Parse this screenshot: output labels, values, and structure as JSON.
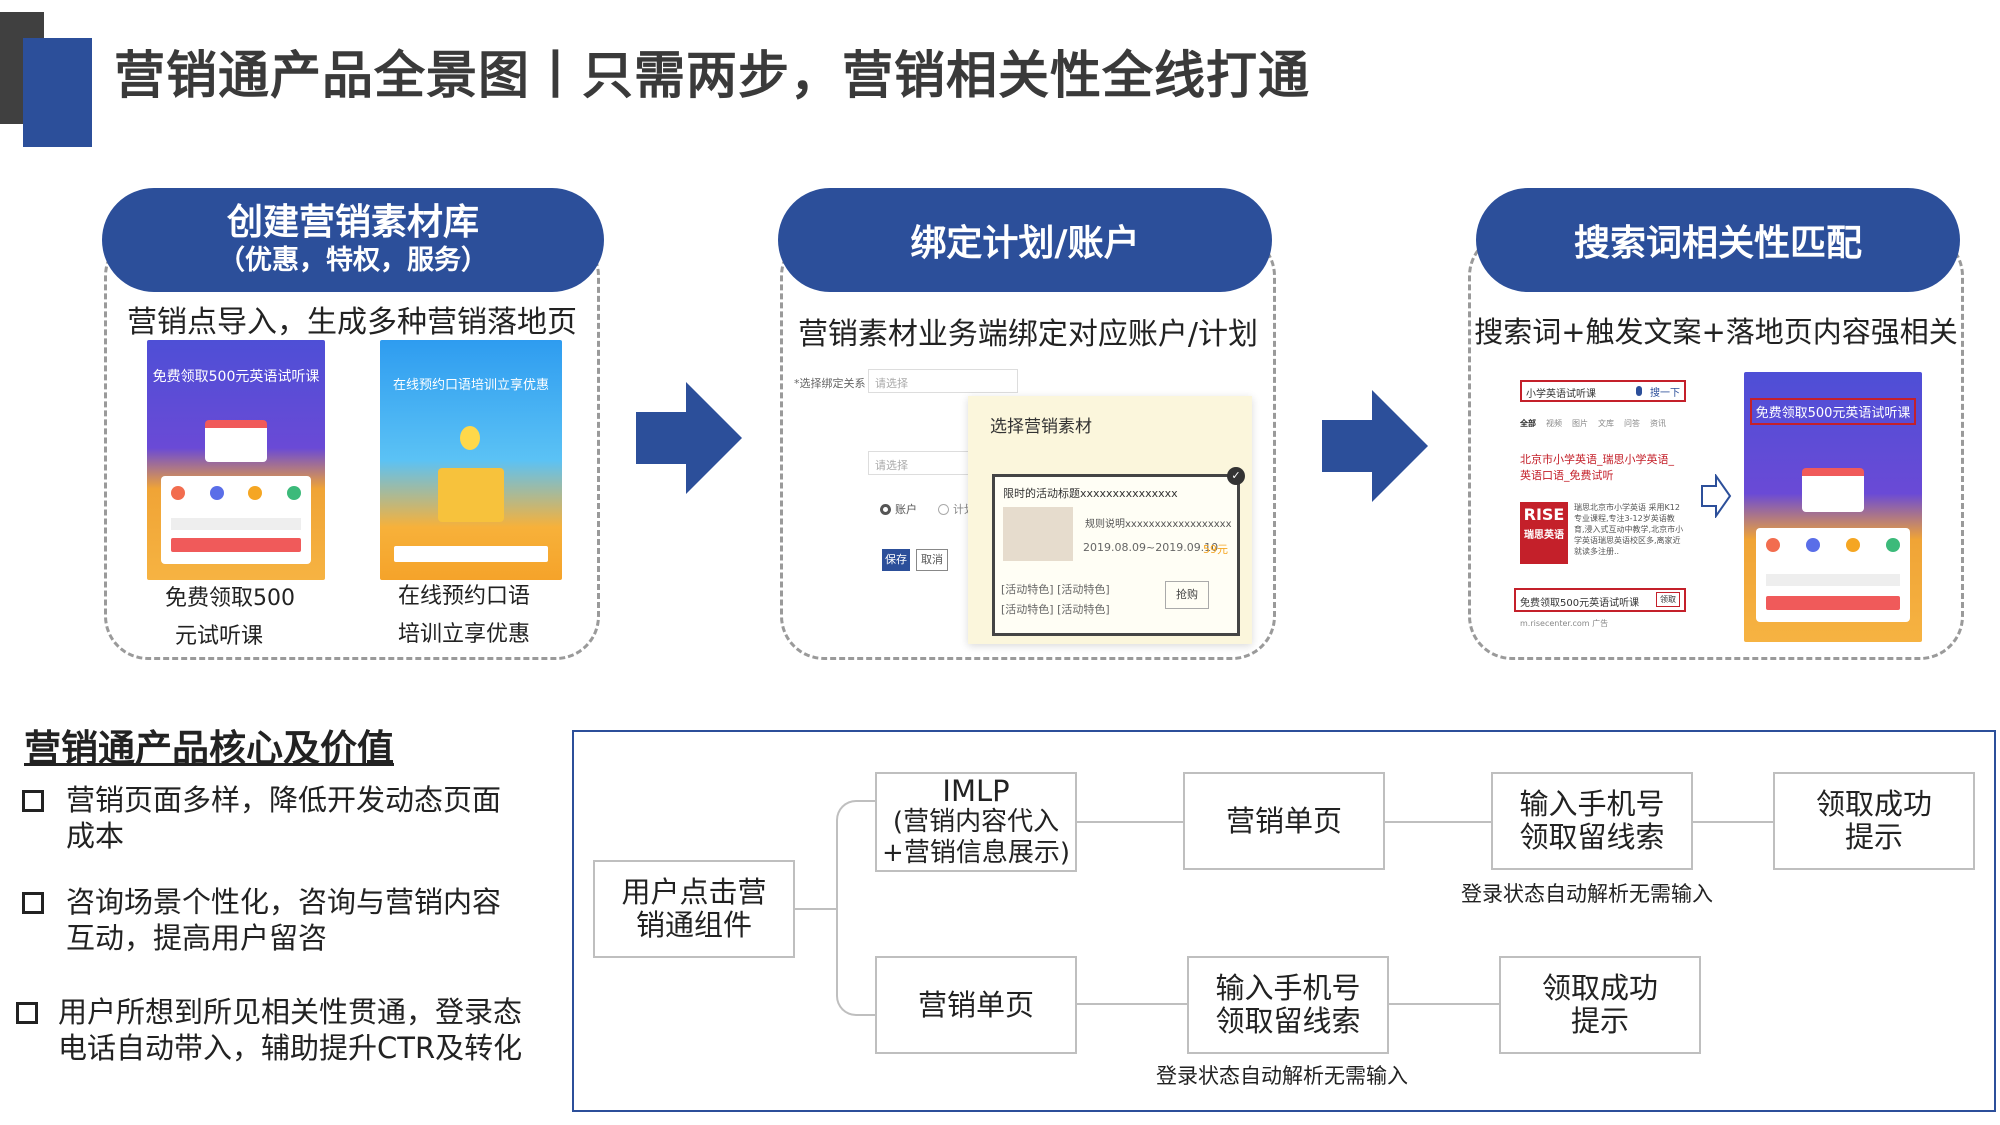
{
  "header": {
    "title": "营销通产品全景图丨只需两步，营销相关性全线打通"
  },
  "steps": [
    {
      "title": "创建营销素材库",
      "subtitle": "（优惠，特权，服务）",
      "desc": "营销点导入，生成多种营销落地页",
      "cards": [
        {
          "banner": "免费领取500元英语试听课",
          "caption_1": "免费领取500",
          "caption_2": "元试听课"
        },
        {
          "banner": "在线预约口语培训立享优惠",
          "caption_1": "在线预约口语",
          "caption_2": "培训立享优惠"
        }
      ]
    },
    {
      "title": "绑定计划/账户",
      "desc": "营销素材业务端绑定对应账户/计划",
      "form": {
        "bind_label": "*选择绑定关系",
        "select_placeholder": "请选择",
        "select2_placeholder": "请选择",
        "radio_account": "账户",
        "radio_plan": "计划",
        "save": "保存",
        "cancel": "取消"
      },
      "popup": {
        "title": "选择营销素材",
        "promo_title": "限时的活动标题xxxxxxxxxxxxxxx",
        "rule": "规则说明xxxxxxxxxxxxxxxxxx",
        "date": "2019.08.09~2019.09.10",
        "price": "59元",
        "tags": "[活动特色] [活动特色]",
        "tags2": "[活动特色] [活动特色]",
        "grab": "抢购"
      }
    },
    {
      "title": "搜索词相关性匹配",
      "desc": "搜索词+触发文案+落地页内容强相关",
      "search": {
        "query": "小学英语试听课",
        "button": "搜一下",
        "tabs": [
          "全部",
          "视频",
          "图片",
          "文库",
          "问答",
          "资讯"
        ],
        "result_title": "北京市小学英语_瑞思小学英语_英语口语_免费试听",
        "result_body": "瑞思北京市小学英语 采用K12专业课程,专注3-12岁英语教育,浸入式互动中教学,北京市小学英语瑞思英语校区多,离家近就读多注册..",
        "logo_top": "RISE",
        "logo_bottom": "瑞思英语",
        "ad_banner": "免费领取500元英语试听课",
        "ad_button": "领取",
        "footer": "m.risecenter.com  广告"
      },
      "phone_banner": "免费领取500元英语试听课"
    }
  ],
  "values": {
    "title": "营销通产品核心及价值",
    "items": [
      "营销页面多样，降低开发动态页面成本",
      "咨询场景个性化，咨询与营销内容互动，提高用户留咨",
      "用户所想到所见相关性贯通，登录态电话自动带入，辅助提升CTR及转化"
    ],
    "items_lines": [
      [
        "营销页面多样，降低开发动态页面",
        "成本"
      ],
      [
        "咨询场景个性化，咨询与营销内容",
        "互动，提高用户留咨"
      ],
      [
        "用户所想到所见相关性贯通，登录态",
        "电话自动带入，辅助提升CTR及转化"
      ]
    ]
  },
  "flow": {
    "start": [
      "用户点击营",
      "销通组件"
    ],
    "top": [
      {
        "lines": [
          "IMLP",
          "(营销内容代入",
          "+营销信息展示)"
        ]
      },
      {
        "lines": [
          "营销单页"
        ]
      },
      {
        "lines": [
          "输入手机号",
          "领取留线索"
        ]
      },
      {
        "lines": [
          "领取成功",
          "提示"
        ]
      }
    ],
    "top_note": "登录状态自动解析无需输入",
    "bottom": [
      {
        "lines": [
          "营销单页"
        ]
      },
      {
        "lines": [
          "输入手机号",
          "领取留线索"
        ]
      },
      {
        "lines": [
          "领取成功",
          "提示"
        ]
      }
    ],
    "bottom_note": "登录状态自动解析无需输入"
  },
  "colors": {
    "brand": "#2c4f9a",
    "dark": "#404040",
    "accent_orange": "#f5a623"
  }
}
